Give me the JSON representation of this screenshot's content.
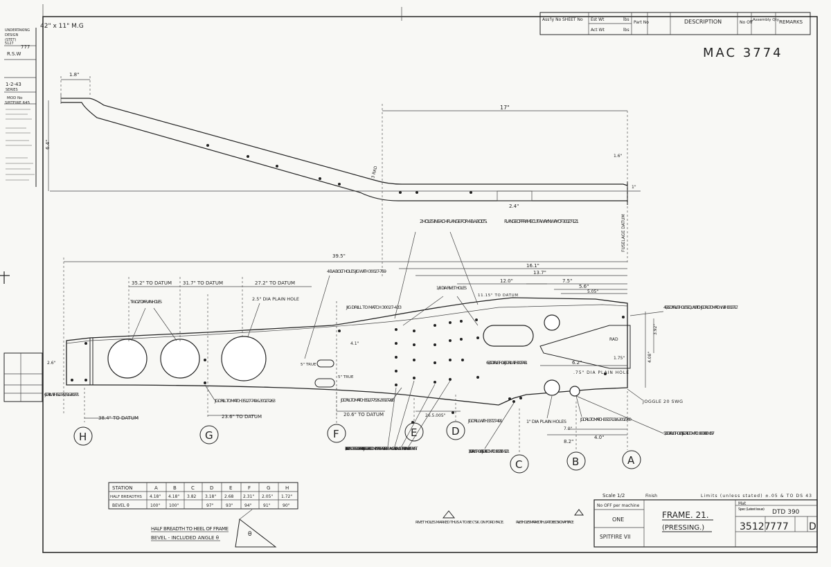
{
  "header": {
    "paper_size": "42\" x 11\" M.G",
    "drawing_mark": "MAC 3774",
    "cells": [
      "Ass'ly No",
      "SHEET No",
      "Est Wt",
      "Act Wt",
      "lbs",
      "lbs",
      "Part No",
      "DESCRIPTION",
      "No Off",
      "Assembly Qty",
      "REMARKS"
    ]
  },
  "left_strip": [
    "UNDERTAKING",
    "DESIGN",
    "(STET)",
    "5127",
    "777",
    "R.S.W",
    "1-2-43",
    "SERIES",
    "MOD No",
    "SPITFIRE 645"
  ],
  "upper_view": {
    "labels": [
      "1.8\"",
      "17\"",
      "6.4\"",
      "3 RAD",
      "2.4\"",
      "1.6\"",
      "1\"",
      "FUSELAGE DATUM"
    ],
    "notes": [
      "FLANGE OF FRAME CUT AWAY IN WAY OF 30027-121",
      "2 HOLES IN EACH FLANGE FOR 4 B.A BOLTS."
    ]
  },
  "lower_view": {
    "dimensions": [
      "39.5\"",
      "16.1\"",
      "13.7\"",
      "12.0\"",
      "7.5\"",
      "5.6\"",
      "5.05\"",
      "35.2\" TO DATUM",
      "31.7\" TO DATUM",
      "27.2\" TO DATUM",
      "38.4\" TO DATUM",
      "23.6\" TO DATUM",
      "20.6\" TO DATUM",
      "26.5.005\"",
      "6.2\"",
      "4.0\"",
      "8.2\"",
      "7.0\"",
      "1.75\"",
      "3.92\"",
      "4.08\""
    ],
    "notes": [
      "TWO 2\" DIA PLAIN HOLES",
      "2.5\" DIA PLAIN HOLE",
      "4 B.A BOLT HOLES JIG WITH 30027-759",
      "JIG DRILL TO MATCH 30027-433",
      "1/8 DIA RIVET HOLES",
      "11.15\" TO DATUM",
      "4 - 5/32 DIA RIVET HOLES EQUAL PITCH. JIG DRILL TO MATCH WITH 33027-17.",
      "RAD",
      "6-5/32 DIA RIVET HOLE JIG DRILL WITH 30027-481",
      ".75\" DIA PLAIN HOLE",
      "JOGGLE 20 SWG",
      "JIG DRILL WITH 35127-747, 751 & 30027-71",
      "JIG DRILL TO MATCH 35127-749 & 30027-263",
      "JIG DRILL TO MATCH 35127-753 & 30027-265",
      "8 - 1/4\" DIA. FIT'B HOLES NOTE: THESE HOLES ARE TO BE JIGGED & ARE TO COMPLY WITH THE MASTER INTERCHANGEABILITY GAUGE FOR THE TAIL PLANE ATTACHMENT",
      "JIG DRILL WITH 33727-491",
      "1/8 DIA RIVET HOLES JIG DRILL TO MATCH 30027 ITEM 1221",
      "1\" DIA PLAIN HOLES",
      "JIG DRILL TO MATCH 33727-139 & 30027-60",
      "5/32 DIA RIVET HOLES JIG DRILL TO MATCH 30036 ITEM 297",
      "5\" TRUE",
      "5\" TRUE",
      "2.6\"",
      "4.1\""
    ]
  },
  "stations": [
    "H",
    "G",
    "F",
    "E",
    "D",
    "C",
    "B",
    "A"
  ],
  "station_table": {
    "headers": [
      "STATION",
      "A",
      "B",
      "C",
      "D",
      "E",
      "F",
      "G",
      "H"
    ],
    "rows": [
      [
        "HALF BREADTHS",
        "4.18\"",
        "4.18\"",
        "3.82",
        "3.18\"",
        "2.68",
        "2.31\"",
        "2.05\"",
        "1.72\""
      ],
      [
        "BEVEL θ",
        "100\"",
        "100\"",
        "",
        "97\"",
        "93\"",
        "94\"",
        "91\"",
        "90\""
      ]
    ]
  },
  "bevel_note": [
    "HALF BREADTH TO HEEL OF FRAME",
    "BEVEL - INCLUDED ANGLE θ"
  ],
  "rivet_notes": [
    "RIVET HOLES MARKED THUS A TO BE C'SK. ON FORD FACE.",
    "RIVET HOLES MARKED THUS A TO BE C'SK ON AFT FACE."
  ],
  "title_block": {
    "scale": "Scale 1/2",
    "finish": "Finish",
    "limits": "Limits (unless stated) ±.05 & TO DS 43",
    "no_off_label": "No OFF per machine",
    "no_off_value": "ONE",
    "machine": "SPITFIRE VII",
    "title": "FRAME. 21.",
    "subtitle": "(PRESSING.)",
    "material_label": "Mat",
    "spec_label": "Spec (Latest issue)",
    "spec_value": "DTD 390",
    "drawing_no": "35127",
    "part_no": "777",
    "issue": "D"
  }
}
